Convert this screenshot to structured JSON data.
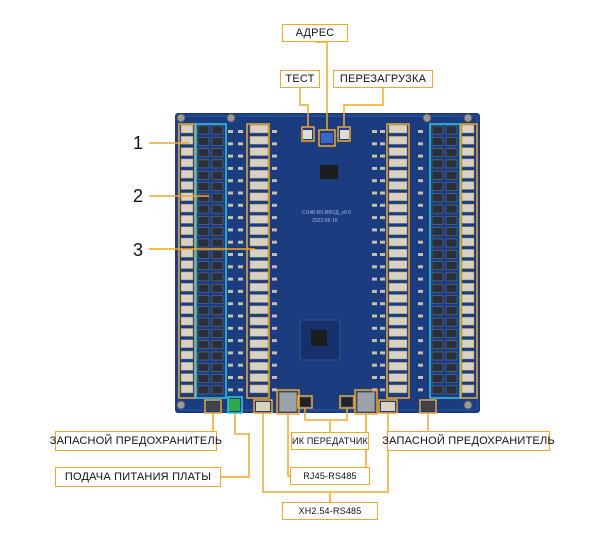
{
  "labels": {
    "address": "АДРЕС",
    "test": "ТЕСТ",
    "reboot": "ПЕРЕЗАГРУЗКА",
    "spare_fuse_left": "ЗАПАСНОЙ ПРЕДОХРАНИТЕЛЬ",
    "spare_fuse_right": "ЗАПАСНОЙ ПРЕДОХРАНИТЕЛЬ",
    "board_power": "ПОДАЧА ПИТАНИЯ ПЛАТЫ",
    "ir_transmitter": "ИК ПЕРЕДАТЧИК",
    "rj45": "RJ45-RS485",
    "xh254": "XH2.54-RS485"
  },
  "numbers": {
    "n1": "1",
    "n2": "2",
    "n3": "3"
  },
  "board": {
    "silkscreen_model": "CU48-RS-ВВОД_v6.0",
    "silkscreen_date": "2022-05-16"
  },
  "colors": {
    "callout": "#f2a72a",
    "board": "#1a3a7a",
    "highlight_cyan": "#32c8e0"
  }
}
